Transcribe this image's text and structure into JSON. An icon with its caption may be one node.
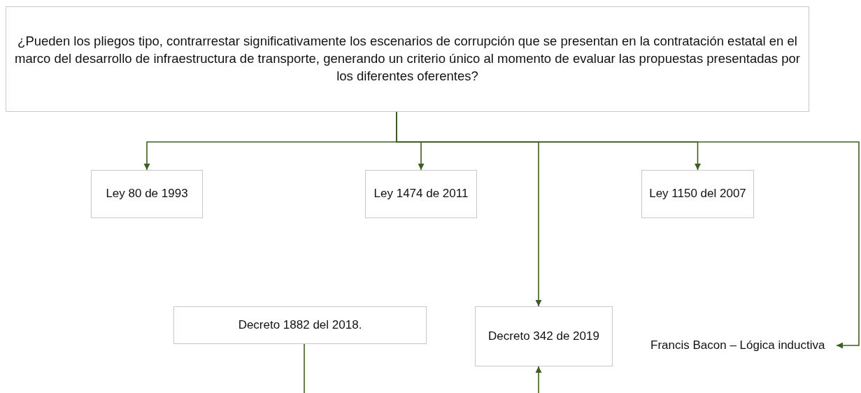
{
  "diagram": {
    "nodes": [
      {
        "text": [
          "¿Pueden los pliegos tipo, contrarrestar significativamente los escenarios de corrupción que se presentan en la contratación estatal en el marco del desarrollo de infraestructura de transporte, generando un criterio único al momento de evaluar las propuestas presentadas por los diferentes oferentes?"
        ]
      },
      {
        "text": [
          "Ley 80 de 1993"
        ]
      },
      {
        "text": [
          "Ley 1474 de 2011"
        ]
      },
      {
        "text": [
          "Ley 1150 del 2007"
        ]
      },
      {
        "text": [
          "Decreto 1882 del 2018."
        ]
      },
      {
        "text": [
          "Decreto 342 de 2019"
        ]
      },
      {
        "text": [
          "Francis Bacon – Lógica inductiva"
        ]
      }
    ],
    "edges": [
      {
        "from": 0,
        "to": 1,
        "arrow": "to"
      },
      {
        "from": 0,
        "to": 2,
        "arrow": "to"
      },
      {
        "from": 0,
        "to": 5,
        "arrow": "to"
      },
      {
        "from": 0,
        "to": 3,
        "arrow": "to"
      },
      {
        "from": 0,
        "to": 6,
        "arrow": "to"
      },
      {
        "from": 4,
        "to": null,
        "arrow": "none"
      },
      {
        "from": null,
        "to": 5,
        "arrow": "to"
      }
    ]
  }
}
